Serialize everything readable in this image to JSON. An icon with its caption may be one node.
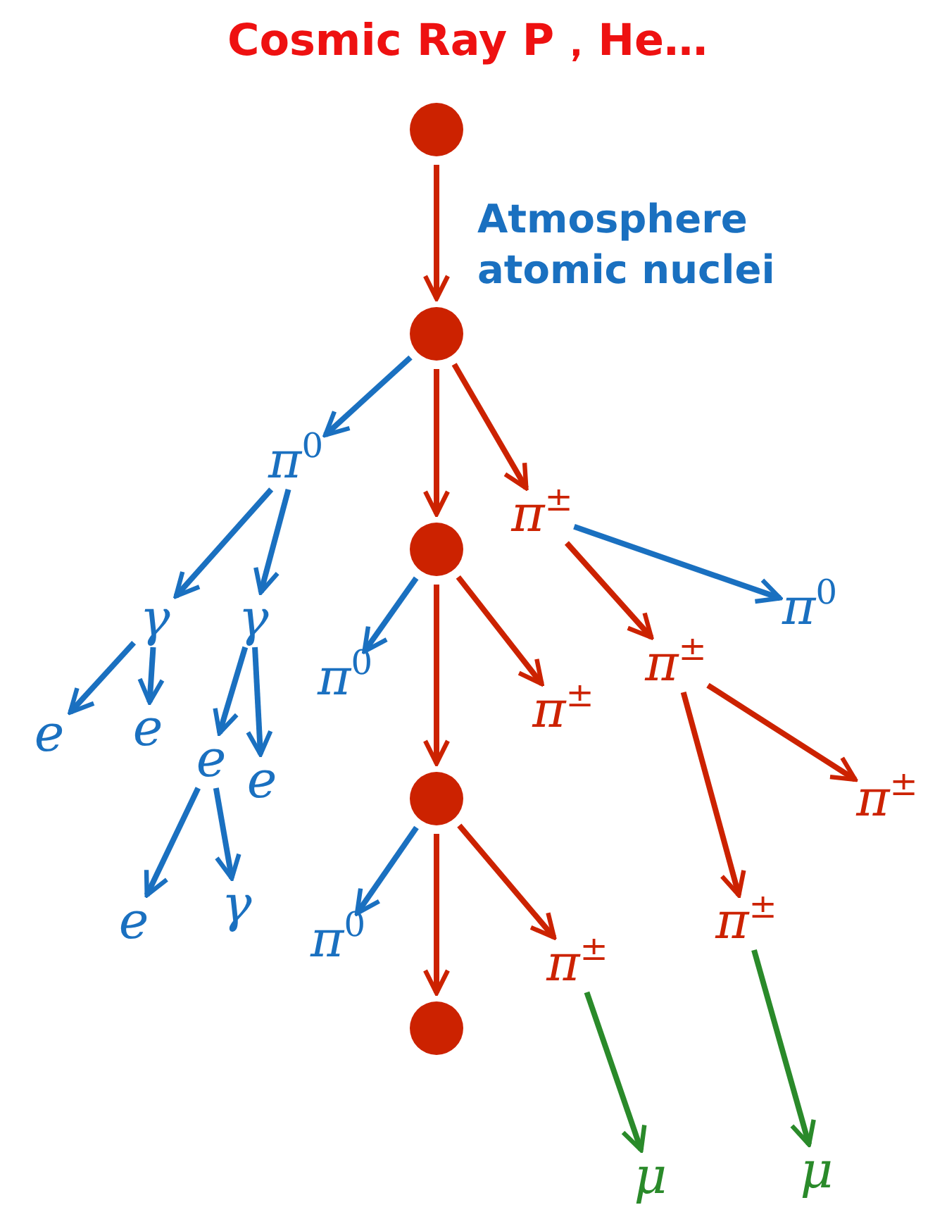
{
  "diagram": {
    "title": "Cosmic Ray P，He…",
    "nodes": [
      {
        "text": [],
        "shape": "circle"
      },
      {
        "text": [],
        "shape": "circle",
        "beside": [
          "Atmosphere atomic nuclei"
        ]
      },
      {
        "text": [
          "π$^{0}$"
        ]
      },
      {
        "text": [
          "π$^{±}$"
        ]
      },
      {
        "text": [],
        "shape": "circle"
      },
      {
        "text": [
          "γ"
        ]
      },
      {
        "text": [
          "γ"
        ]
      },
      {
        "text": [
          "π$^{0}$"
        ]
      },
      {
        "text": [
          "π$^{±}$"
        ]
      },
      {
        "text": [
          "π$^{0}$"
        ]
      },
      {
        "text": [
          "π$^{±}$"
        ]
      },
      {
        "text": [
          "e"
        ]
      },
      {
        "text": [
          "e"
        ]
      },
      {
        "text": [
          "e"
        ]
      },
      {
        "text": [
          "e"
        ]
      },
      {
        "text": [],
        "shape": "circle"
      },
      {
        "text": [
          "π$^{±}$"
        ]
      },
      {
        "text": [
          "π$^{±}$"
        ]
      },
      {
        "text": [
          "e"
        ]
      },
      {
        "text": [
          "γ"
        ]
      },
      {
        "text": [
          "π$^{0}$"
        ]
      },
      {
        "text": [
          "π$^{±}$"
        ]
      },
      {
        "text": [],
        "shape": "circle"
      },
      {
        "text": [
          "μ"
        ]
      },
      {
        "text": [
          "μ"
        ]
      }
    ],
    "edges": [
      {
        "from": 0,
        "to": 1,
        "arrow": "to",
        "color": "#cc2200"
      },
      {
        "from": 1,
        "to": 2,
        "arrow": "to"
      },
      {
        "from": 1,
        "to": 4,
        "arrow": "to",
        "color": "#cc2200"
      },
      {
        "from": 1,
        "to": 3,
        "arrow": "to",
        "color": "#cc2200"
      },
      {
        "from": 2,
        "to": 5,
        "arrow": "to"
      },
      {
        "from": 2,
        "to": 6,
        "arrow": "to"
      },
      {
        "from": 3,
        "to": 7,
        "arrow": "to"
      },
      {
        "from": 3,
        "to": 8,
        "arrow": "to",
        "color": "#cc2200"
      },
      {
        "from": 4,
        "to": 9,
        "arrow": "to"
      },
      {
        "from": 4,
        "to": 15,
        "arrow": "to",
        "color": "#cc2200"
      },
      {
        "from": 4,
        "to": 10,
        "arrow": "to",
        "color": "#cc2200"
      },
      {
        "from": 5,
        "to": 11,
        "arrow": "to"
      },
      {
        "from": 5,
        "to": 12,
        "arrow": "to"
      },
      {
        "from": 6,
        "to": 13,
        "arrow": "to"
      },
      {
        "from": 6,
        "to": 14,
        "arrow": "to"
      },
      {
        "from": 8,
        "to": 16,
        "arrow": "to",
        "color": "#cc2200"
      },
      {
        "from": 8,
        "to": 17,
        "arrow": "to",
        "color": "#cc2200"
      },
      {
        "from": 13,
        "to": 18,
        "arrow": "to"
      },
      {
        "from": 13,
        "to": 19,
        "arrow": "to"
      },
      {
        "from": 15,
        "to": 20,
        "arrow": "to"
      },
      {
        "from": 15,
        "to": 22,
        "arrow": "to",
        "color": "#cc2200"
      },
      {
        "from": 15,
        "to": 21,
        "arrow": "to",
        "color": "#cc2200"
      },
      {
        "from": 21,
        "to": 23,
        "arrow": "to",
        "color": "#2a8a2a"
      },
      {
        "from": 17,
        "to": 24,
        "arrow": "to",
        "color": "#2a8a2a"
      }
    ]
  }
}
